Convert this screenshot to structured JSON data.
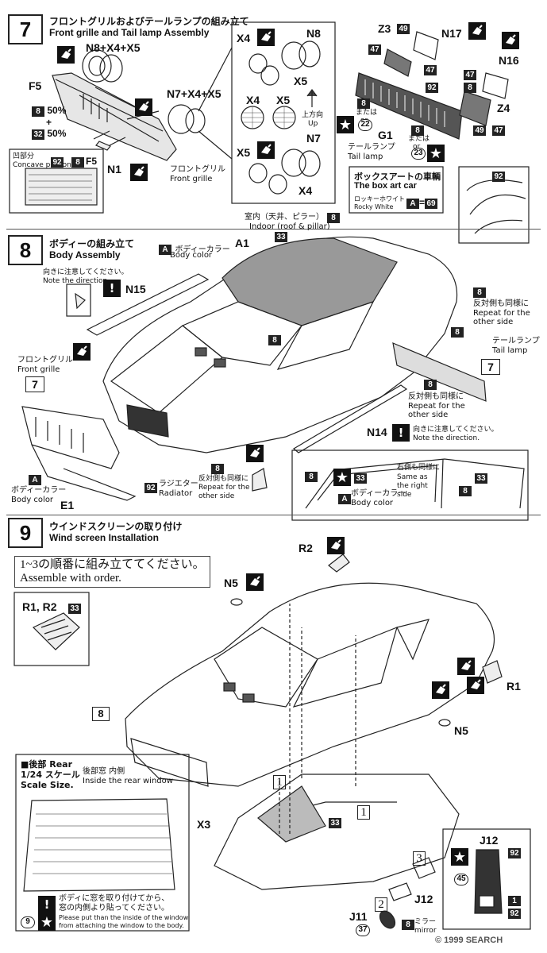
{
  "step7": {
    "number": "7",
    "title_jp": "フロントグリルおよびテールランプの組み立て",
    "title_en": "Front grille and Tail lamp Assembly",
    "labels": {
      "n8x4x5": "N8+X4+X5",
      "f5": "F5",
      "pct_a": "50%",
      "plus": "+",
      "pct_b": "50%",
      "n7x4x5": "N7+X4+X5",
      "n1": "N1",
      "front_grille_jp": "フロントグリル",
      "front_grille_en": "Front grille",
      "concave_jp": "凹部分",
      "concave_en": "Concave portion",
      "f5_box": "F5",
      "x4_a": "X4",
      "n8": "N8",
      "x5_a": "X5",
      "x4_b": "X4",
      "x5_b": "X5",
      "up_jp": "上方向",
      "up_en": "Up",
      "x5_c": "X5",
      "n7": "N7",
      "x4_c": "X4",
      "z3": "Z3",
      "n17": "N17",
      "n16": "N16",
      "z4": "Z4",
      "g1": "G1",
      "or_jp_a": "または",
      "or_en_a": "or",
      "or_jp_b": "または",
      "or_en_b": "or",
      "tail_jp": "テールランプ",
      "tail_en": "Tail lamp",
      "boxart_jp": "ボックスアートの車輌",
      "boxart_en": "The box art car",
      "rocky_jp": "ロッキーホワイト",
      "rocky_en": "Rocky White",
      "rocky_code": "A",
      "rocky_eq": "=",
      "rocky_num": "69"
    },
    "colors": {
      "c8": "8",
      "c32": "32",
      "c92": "92",
      "c22": "22",
      "c23": "23",
      "c47": "47",
      "c49": "49"
    }
  },
  "step8": {
    "number": "8",
    "title_jp": "ボディーの組み立て",
    "title_en": "Body Assembly",
    "labels": {
      "body_color_jp": "ボディーカラー",
      "body_color_en": "Body color",
      "a_code": "A",
      "a1": "A1",
      "interior_jp": "室内（天井、ピラー）",
      "interior_en": "Indoor (roof & pillar)",
      "c33": "33",
      "note_dir_jp": "向きに注意してください。",
      "note_dir_en": "Note the direction.",
      "n15": "N15",
      "opp_jp": "反対側も同様に",
      "opp_en": "Repeat for the other side",
      "opp_jp_b": "反対側も同様に",
      "opp_en_b": "Repeat for the other side",
      "tail_jp": "テールランプ",
      "tail_en": "Tail lamp",
      "seven": "7",
      "front_grille_jp": "フロントグリル",
      "front_grille_en": "Front grille",
      "seven_b": "7",
      "n14": "N14",
      "note_dir_jp_b": "向きに注意してください。",
      "note_dir_en_b": "Note the direction.",
      "radiator_jp": "ラジエター",
      "radiator_en": "Radiator",
      "opp_jp_c": "反対側も同様に",
      "opp_en_c": "Repeat for the other side",
      "body_color_jp_b": "ボディーカラー",
      "body_color_en_b": "Body color",
      "e1": "E1",
      "same_jp": "右側も同様に",
      "same_en": "Same as the right side",
      "body_color_jp_c": "ボディーカラー",
      "body_color_en_c": "Body color"
    }
  },
  "step9": {
    "number": "9",
    "title_jp": "ウインドスクリーンの取り付け",
    "title_en": "Wind screen Installation",
    "order_jp": "1~3の順番に組み立ててください。",
    "order_en": "Assemble with order.",
    "labels": {
      "r2": "R2",
      "n5": "N5",
      "r1r2": "R1, R2",
      "c33": "33",
      "r1": "R1",
      "n5_b": "N5",
      "eight": "8",
      "one_a": "1",
      "one_b": "1",
      "x3": "X3",
      "rear_jp": "後部",
      "rear_en": "Rear",
      "scale_jp": "1/24 スケール",
      "scale_en": "Scale Size.",
      "inside_jp": "後部窓 内側",
      "inside_en": "Inside the rear window",
      "put_jp_1": "ボディに窓を取り付けてから、",
      "put_jp_2": "窓の内側より貼ってください。",
      "put_en_1": "Please put than the inside of the window",
      "put_en_2": "from attaching the window to the body.",
      "nine": "9",
      "three": "3",
      "two": "2",
      "j12": "J12",
      "j11": "J11",
      "j12_b": "J12",
      "mirror_jp": "ミラー",
      "mirror_en": "mirror",
      "c37": "37",
      "c45": "45",
      "c92": "92",
      "c1": "1"
    }
  },
  "watermark": "© 1999 SEARCH"
}
